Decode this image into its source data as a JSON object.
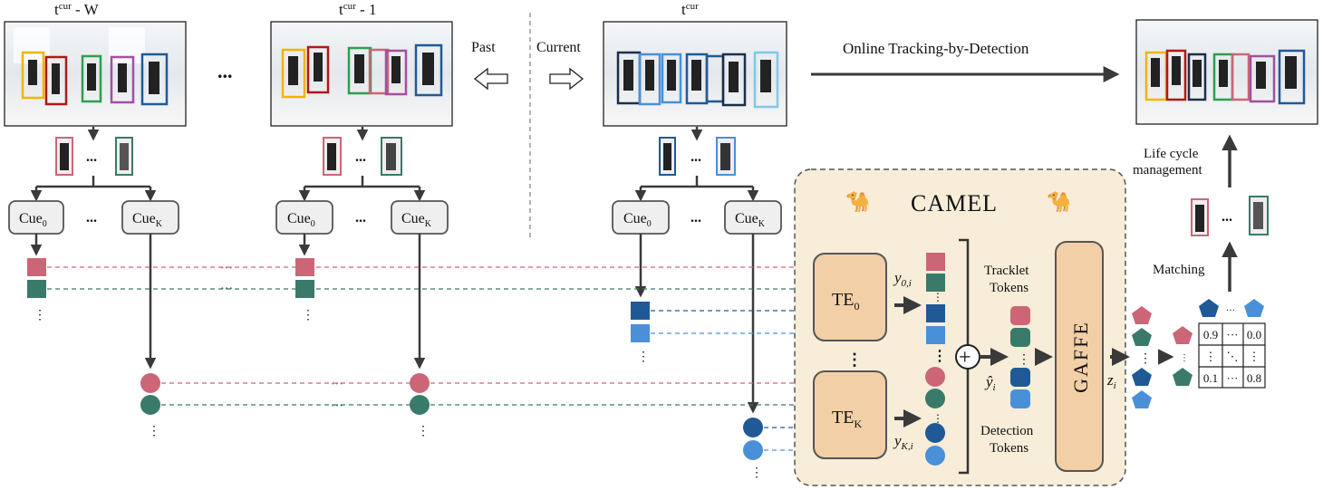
{
  "colors": {
    "pink": "#cc6677",
    "green": "#3a7a6a",
    "darkblue": "#1f5a96",
    "lightblue": "#4a90d9",
    "camel_bg": "#f7edd8",
    "te_fill": "#f2cfa6",
    "arrow": "#3a3a3a",
    "cue_fill": "#efefef"
  },
  "frames": {
    "first_label": "t",
    "first_sup": "cur",
    "first_suffix": " - W",
    "second_label": "t",
    "second_sup": "cur",
    "second_suffix": " - 1",
    "current_label": "t",
    "current_sup": "cur",
    "ellipsis": "..."
  },
  "arrows": {
    "past": "Past",
    "current": "Current",
    "online": "Online Tracking-by-Detection"
  },
  "cues": {
    "cue0_base": "Cue",
    "cue0_sub": "0",
    "cueK_base": "Cue",
    "cueK_sub": "K",
    "dots": "..."
  },
  "camel": {
    "title": "CAMEL",
    "icon_left": "🐪",
    "icon_right": "🐪",
    "te0_base": "TE",
    "te0_sub": "0",
    "teK_base": "TE",
    "teK_sub": "K",
    "y0_label": "y",
    "y0_sub": "0,i",
    "yK_label": "y",
    "yK_sub": "K,i",
    "yhat": "ŷ",
    "yhat_sub": "i",
    "tracklet_line1": "Tracklet",
    "tracklet_line2": "Tokens",
    "detection_line1": "Detection",
    "detection_line2": "Tokens",
    "gaffe": "GAFFE",
    "plus": "+"
  },
  "right": {
    "z_label": "z",
    "z_sub": "i",
    "matching": "Matching",
    "life_line1": "Life cycle",
    "life_line2": "management",
    "matrix": [
      [
        "0.9",
        "···",
        "0.0"
      ],
      [
        "⋮",
        "⋱",
        "⋮"
      ],
      [
        "0.1",
        "···",
        "0.8"
      ]
    ],
    "matrix_top_dots": "···"
  },
  "dashes": {
    "row_dots": "···",
    "vdots": "⋮"
  }
}
